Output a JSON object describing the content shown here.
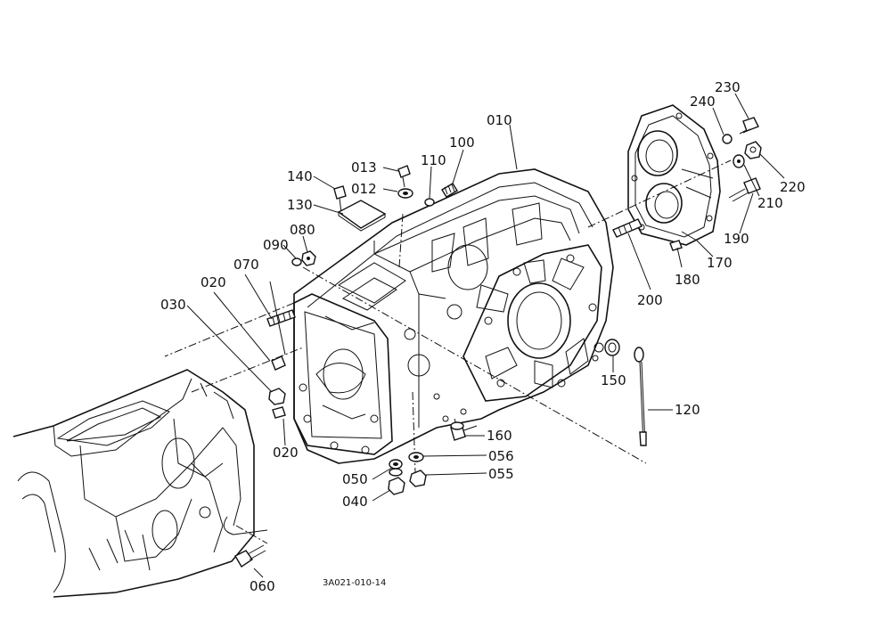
{
  "drawing": {
    "code": "3A021-010-14",
    "labels": {
      "p010": "010",
      "p012": "012",
      "p013": "013",
      "p020a": "020",
      "p020b": "020",
      "p030": "030",
      "p040": "040",
      "p050": "050",
      "p055": "055",
      "p056": "056",
      "p060": "060",
      "p070": "070",
      "p080": "080",
      "p090": "090",
      "p100": "100",
      "p110": "110",
      "p120": "120",
      "p130": "130",
      "p140": "140",
      "p150": "150",
      "p160": "160",
      "p170": "170",
      "p180": "180",
      "p190": "190",
      "p200": "200",
      "p210": "210",
      "p220": "220",
      "p230": "230",
      "p240": "240"
    }
  }
}
